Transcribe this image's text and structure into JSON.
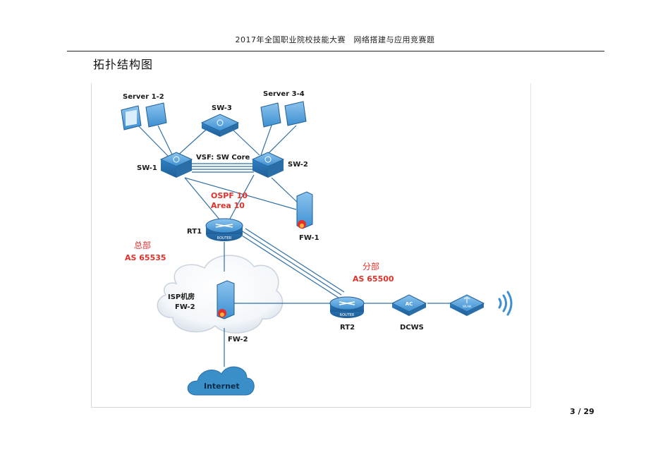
{
  "header": {
    "title": "2017年全国职业院校技能大赛　网络搭建与应用竞赛题"
  },
  "section": {
    "title": "拓扑结构图"
  },
  "page": {
    "number": "3 / 29"
  },
  "diagram": {
    "labels": {
      "server12": "Server 1-2",
      "server34": "Server 3-4",
      "sw3": "SW-3",
      "sw1": "SW-1",
      "sw2": "SW-2",
      "vsf": "VSF: SW Core",
      "ospf1": "OSPF 10",
      "ospf2": "Area 10",
      "rt1": "RT1",
      "fw1": "FW-1",
      "hq1": "总部",
      "hq2": "AS 65535",
      "br1": "分部",
      "br2": "AS 65500",
      "isp1": "ISP机房",
      "isp2": "FW-2",
      "fw2": "FW-2",
      "rt2": "RT2",
      "dcws": "DCWS",
      "internet": "Internet",
      "router_tag": "ROUTER",
      "ac_tag": "AC",
      "wlan_tag": "WLAN"
    },
    "colors": {
      "device": "#3d8fd1",
      "device_dark": "#2a6ea8",
      "link": "#2f6fa5",
      "cloud": "#3a8fc9",
      "highlight": "#e0302a"
    }
  }
}
